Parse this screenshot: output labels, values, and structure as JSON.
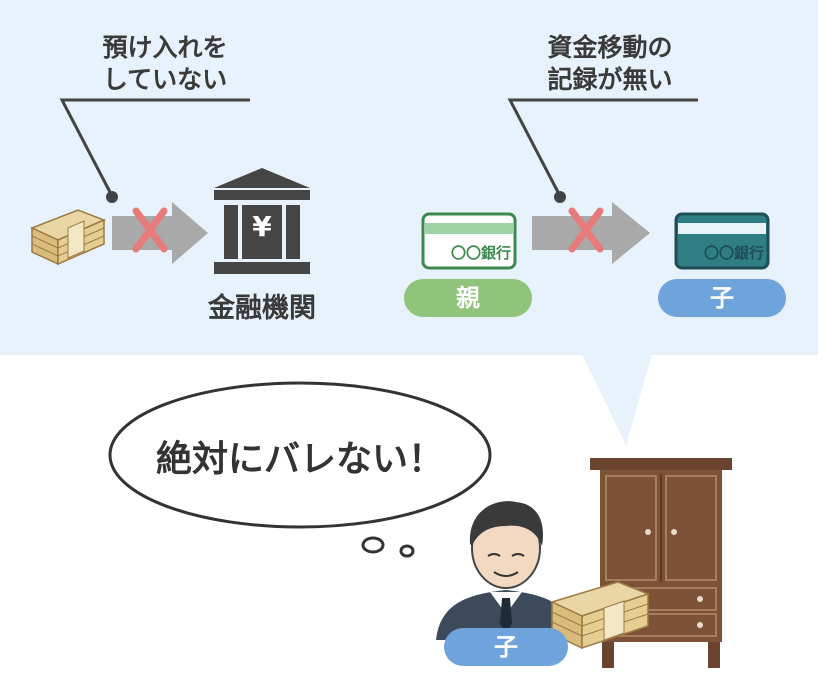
{
  "callouts": {
    "no_deposit": "預け入れを\nしていない",
    "no_record": "資金移動の\n記録が無い"
  },
  "labels": {
    "bank": "金融機関",
    "yen_symbol": "¥",
    "card_text": "〇〇銀行"
  },
  "tags": {
    "parent": "親",
    "child_top": "子",
    "child_bottom": "子"
  },
  "speech": "絶対にバレない！",
  "colors": {
    "panel": "#e7f2fc",
    "parent_pill": "#8fc47a",
    "child_pill": "#6fa3dc",
    "cross": "#e77b7b",
    "arrow": "#a9a9a9",
    "wardrobe": "#7d5237"
  }
}
